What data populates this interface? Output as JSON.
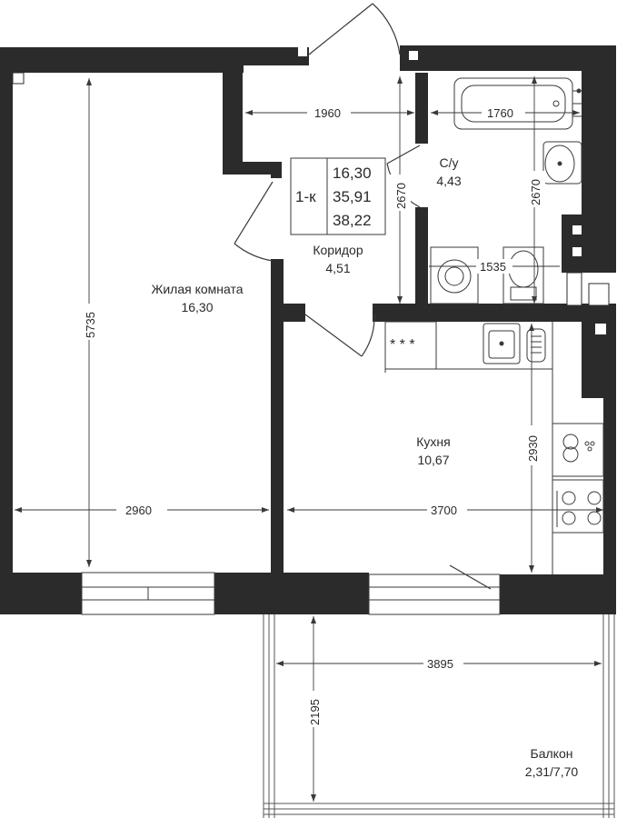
{
  "summary": {
    "type": "1-к",
    "living_area": "16,30",
    "total_area": "35,91",
    "total_with_balcony": "38,22"
  },
  "rooms": {
    "living": {
      "name": "Жилая комната",
      "area": "16,30"
    },
    "corridor": {
      "name": "Коридор",
      "area": "4,51"
    },
    "bathroom": {
      "name": "С/у",
      "area": "4,43"
    },
    "kitchen": {
      "name": "Кухня",
      "area": "10,67"
    },
    "balcony": {
      "name": "Балкон",
      "area": "2,31/7,70"
    }
  },
  "dimensions": {
    "living_height": "5735",
    "living_width": "2960",
    "corridor_width": "1960",
    "corridor_height": "2670",
    "bath_width": "1760",
    "bath_height": "2670",
    "bath_lower_width": "1535",
    "kitchen_height": "2930",
    "kitchen_width": "3700",
    "balcony_width": "3895",
    "balcony_depth": "2195"
  },
  "colors": {
    "wall": "#2b2b2b",
    "line": "#3a3a3a",
    "text": "#2a2a2a"
  }
}
